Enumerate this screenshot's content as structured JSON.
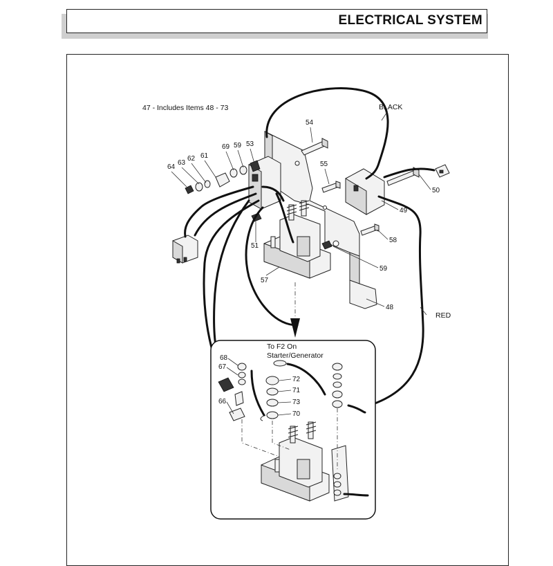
{
  "header": {
    "title": "ELECTRICAL SYSTEM"
  },
  "diagram": {
    "includes_note": "47 - Includes Items 48 - 73",
    "wire_labels": {
      "black": "BLACK",
      "red": "RED"
    },
    "inset_note_line1": "To F2 On",
    "inset_note_line2": "Starter/Generator",
    "callouts": {
      "c48": "48",
      "c49": "49",
      "c50": "50",
      "c51": "51",
      "c53": "53",
      "c54": "54",
      "c55": "55",
      "c57": "57",
      "c58": "58",
      "c59a": "59",
      "c59b": "59",
      "c61": "61",
      "c62": "62",
      "c63": "63",
      "c64": "64",
      "c66": "66",
      "c67": "67",
      "c68": "68",
      "c69": "69",
      "c70": "70",
      "c71": "71",
      "c72": "72",
      "c73": "73"
    }
  }
}
